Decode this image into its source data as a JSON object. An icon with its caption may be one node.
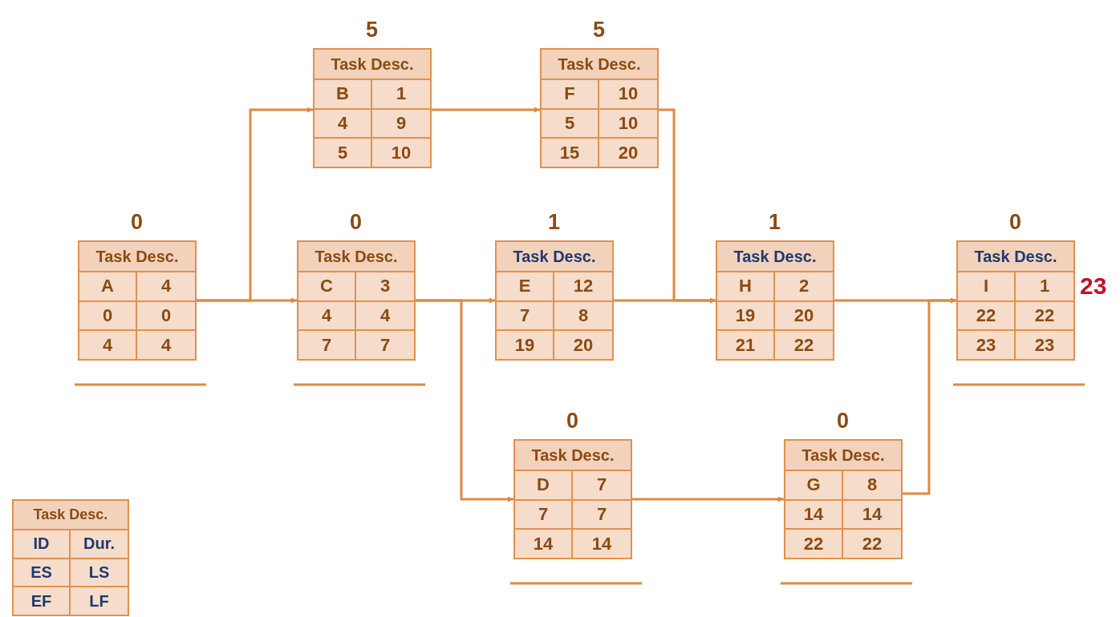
{
  "diagram": {
    "nodes": [
      {
        "text": [
          "Task Desc.",
          "B",
          "1",
          "4",
          "9",
          "5",
          "10"
        ],
        "beside": [
          "5"
        ]
      },
      {
        "text": [
          "Task Desc.",
          "F",
          "10",
          "5",
          "10",
          "15",
          "20"
        ],
        "beside": [
          "5"
        ]
      },
      {
        "text": [
          "Task Desc.",
          "A",
          "4",
          "0",
          "0",
          "4",
          "4"
        ],
        "beside": [
          "0"
        ]
      },
      {
        "text": [
          "Task Desc.",
          "C",
          "3",
          "4",
          "4",
          "7",
          "7"
        ],
        "beside": [
          "0"
        ]
      },
      {
        "text": [
          "Task Desc.",
          "E",
          "12",
          "7",
          "8",
          "19",
          "20"
        ],
        "beside": [
          "1"
        ]
      },
      {
        "text": [
          "Task Desc.",
          "H",
          "2",
          "19",
          "20",
          "21",
          "22"
        ],
        "beside": [
          "1"
        ]
      },
      {
        "text": [
          "Task Desc.",
          "I",
          "1",
          "22",
          "22",
          "23",
          "23"
        ],
        "beside": [
          "0",
          "23"
        ]
      },
      {
        "text": [
          "Task Desc.",
          "D",
          "7",
          "7",
          "7",
          "14",
          "14"
        ],
        "beside": [
          "0"
        ]
      },
      {
        "text": [
          "Task Desc.",
          "G",
          "8",
          "14",
          "14",
          "22",
          "22"
        ],
        "beside": [
          "0"
        ]
      },
      {
        "text": [
          "Task Desc.",
          "ID",
          "Dur.",
          "ES",
          "LS",
          "EF",
          "LF"
        ]
      }
    ],
    "edges": [
      {
        "from": 2,
        "to": 0,
        "arrow": "to"
      },
      {
        "from": 2,
        "to": 3,
        "arrow": "to"
      },
      {
        "from": 0,
        "to": 1,
        "arrow": "to"
      },
      {
        "from": 3,
        "to": 4,
        "arrow": "to"
      },
      {
        "from": 3,
        "to": 7,
        "arrow": "to"
      },
      {
        "from": 4,
        "to": 5,
        "arrow": "to"
      },
      {
        "from": 1,
        "to": 5,
        "arrow": "to"
      },
      {
        "from": 7,
        "to": 8,
        "arrow": "to"
      },
      {
        "from": 5,
        "to": 6,
        "arrow": "to"
      },
      {
        "from": 8,
        "to": 6,
        "arrow": "to"
      }
    ]
  }
}
